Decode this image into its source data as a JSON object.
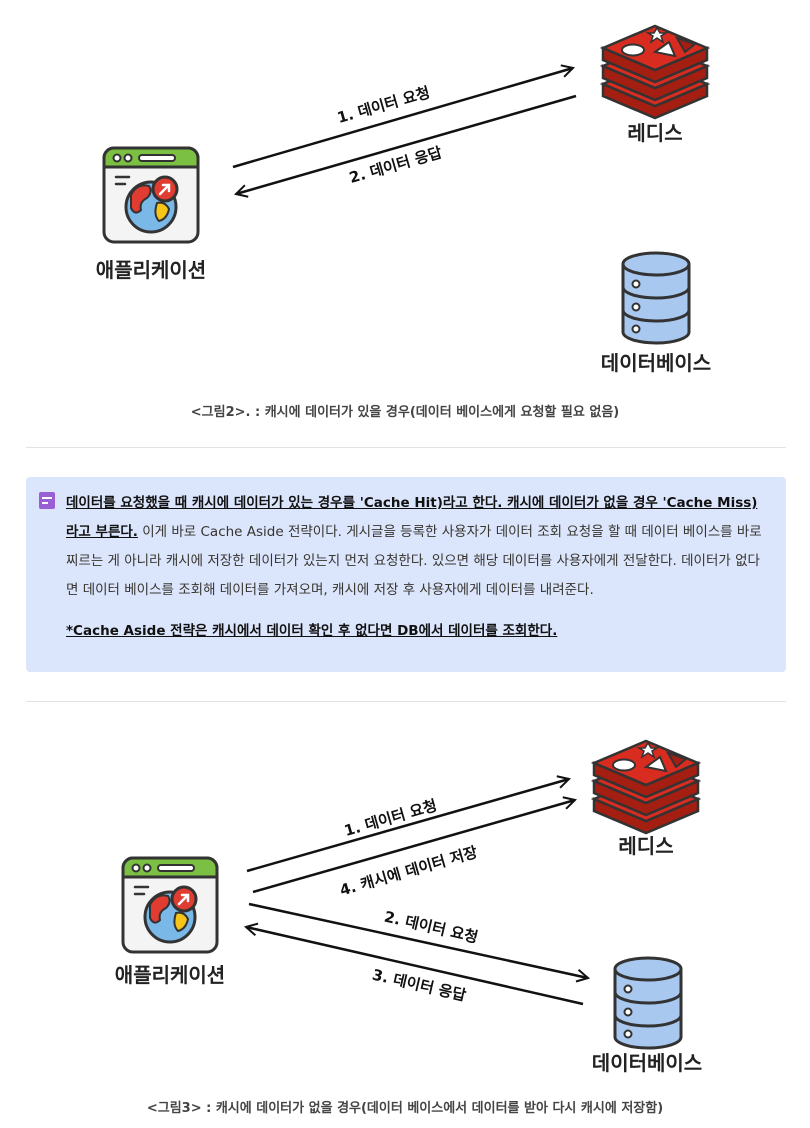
{
  "figure2": {
    "nodes": {
      "application": "애플리케이션",
      "redis": "레디스",
      "database": "데이터베이스"
    },
    "edges": {
      "request": "1. 데이터 요청",
      "response": "2. 데이터 응답"
    },
    "caption": "<그림2>. : 캐시에 데이터가 있을 경우(데이터 베이스에게 요청할 필요 없음)"
  },
  "callout": {
    "icon": "memo-icon",
    "bold_intro": "데이터를 요청했을 때 캐시에 데이터가 있는 경우를 'Cache Hit)라고 한다. 캐시에 데이터가 없을 경우 'Cache Miss)라고 부른다.",
    "body": " 이게 바로 Cache Aside 전략이다. 게시글을 등록한 사용자가 데이터 조회 요청을 할 때 데이터 베이스를 바로 찌르는 게 아니라 캐시에 저장한 데이터가 있는지 먼저 요청한다. 있으면 해당 데이터를 사용자에게 전달한다. 데이터가 없다면 데이터 베이스를 조회해 데이터를 가져오며, 캐시에 저장 후 사용자에게 데이터를 내려준다.",
    "note": "*Cache Aside 전략은 캐시에서 데이터 확인 후 없다면 DB에서 데이터를 조회한다."
  },
  "figure3": {
    "nodes": {
      "application": "애플리케이션",
      "redis": "레디스",
      "database": "데이터베이스"
    },
    "edges": {
      "request_cache": "1. 데이터 요청",
      "request_db": "2. 데이터 요청",
      "response_db": "3. 데이터 응답",
      "store_cache": "4. 캐시에 데이터 저장"
    },
    "caption": "<그림3> : 캐시에 데이터가 없을 경우(데이터 베이스에서 데이터를 받아 다시 캐시에 저장함)"
  },
  "colors": {
    "redis_red": "#d82c20",
    "redis_dark": "#a41e11",
    "db_blue": "#a8c8f0",
    "browser_green": "#7bc043",
    "globe_blue": "#7ab8e8",
    "globe_red": "#e03c31",
    "globe_yellow": "#f5c518",
    "callout_bg": "#dbe5fb"
  }
}
